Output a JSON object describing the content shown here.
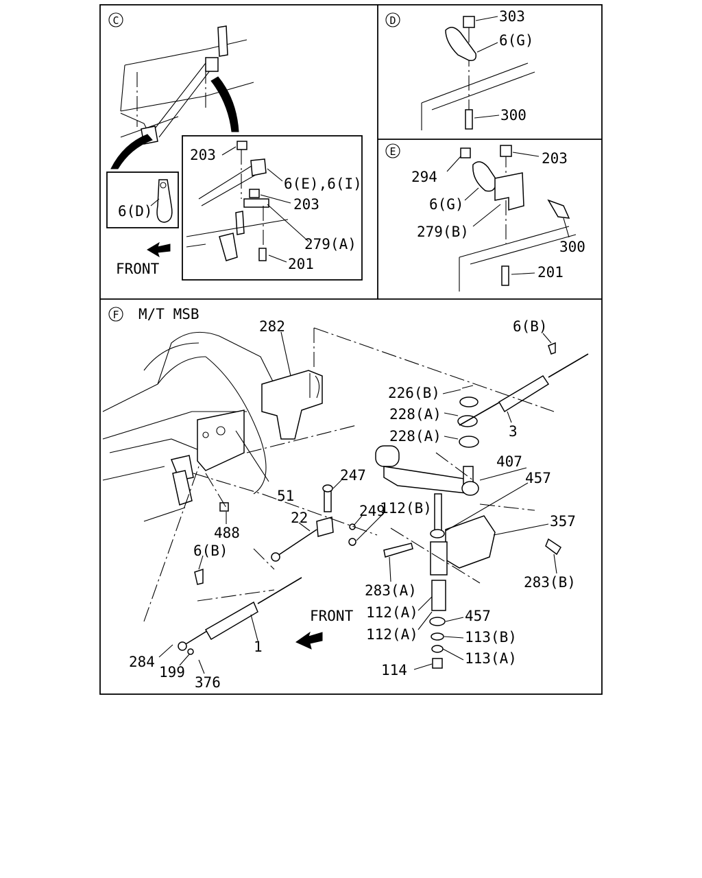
{
  "sections": {
    "C": {
      "badge": "C",
      "labels": {
        "p203a": "203",
        "p6ei": "6(E),6(I)",
        "p203b": "203",
        "p279a": "279(A)",
        "p201": "201",
        "p6d": "6(D)",
        "front": "FRONT"
      }
    },
    "D": {
      "badge": "D",
      "labels": {
        "p303": "303",
        "p6g": "6(G)",
        "p300": "300"
      }
    },
    "E": {
      "badge": "E",
      "labels": {
        "p203": "203",
        "p294": "294",
        "p6g": "6(G)",
        "p279b": "279(B)",
        "p300": "300",
        "p201": "201"
      }
    },
    "F": {
      "badge": "F",
      "title": "M/T MSB",
      "labels": {
        "p282": "282",
        "p6b_top": "6(B)",
        "p226b": "226(B)",
        "p228a_1": "228(A)",
        "p3": "3",
        "p228a_2": "228(A)",
        "p407": "407",
        "p457_1": "457",
        "p247": "247",
        "p249": "249",
        "p112b": "112(B)",
        "p51": "51",
        "p357": "357",
        "p22": "22",
        "p488": "488",
        "p6b_left": "6(B)",
        "p283a": "283(A)",
        "p283b": "283(B)",
        "p112a_1": "112(A)",
        "p457_2": "457",
        "front": "FRONT",
        "p112a_2": "112(A)",
        "p113b": "113(B)",
        "p1": "1",
        "p113a": "113(A)",
        "p284": "284",
        "p199": "199",
        "p376": "376",
        "p114": "114"
      }
    }
  }
}
